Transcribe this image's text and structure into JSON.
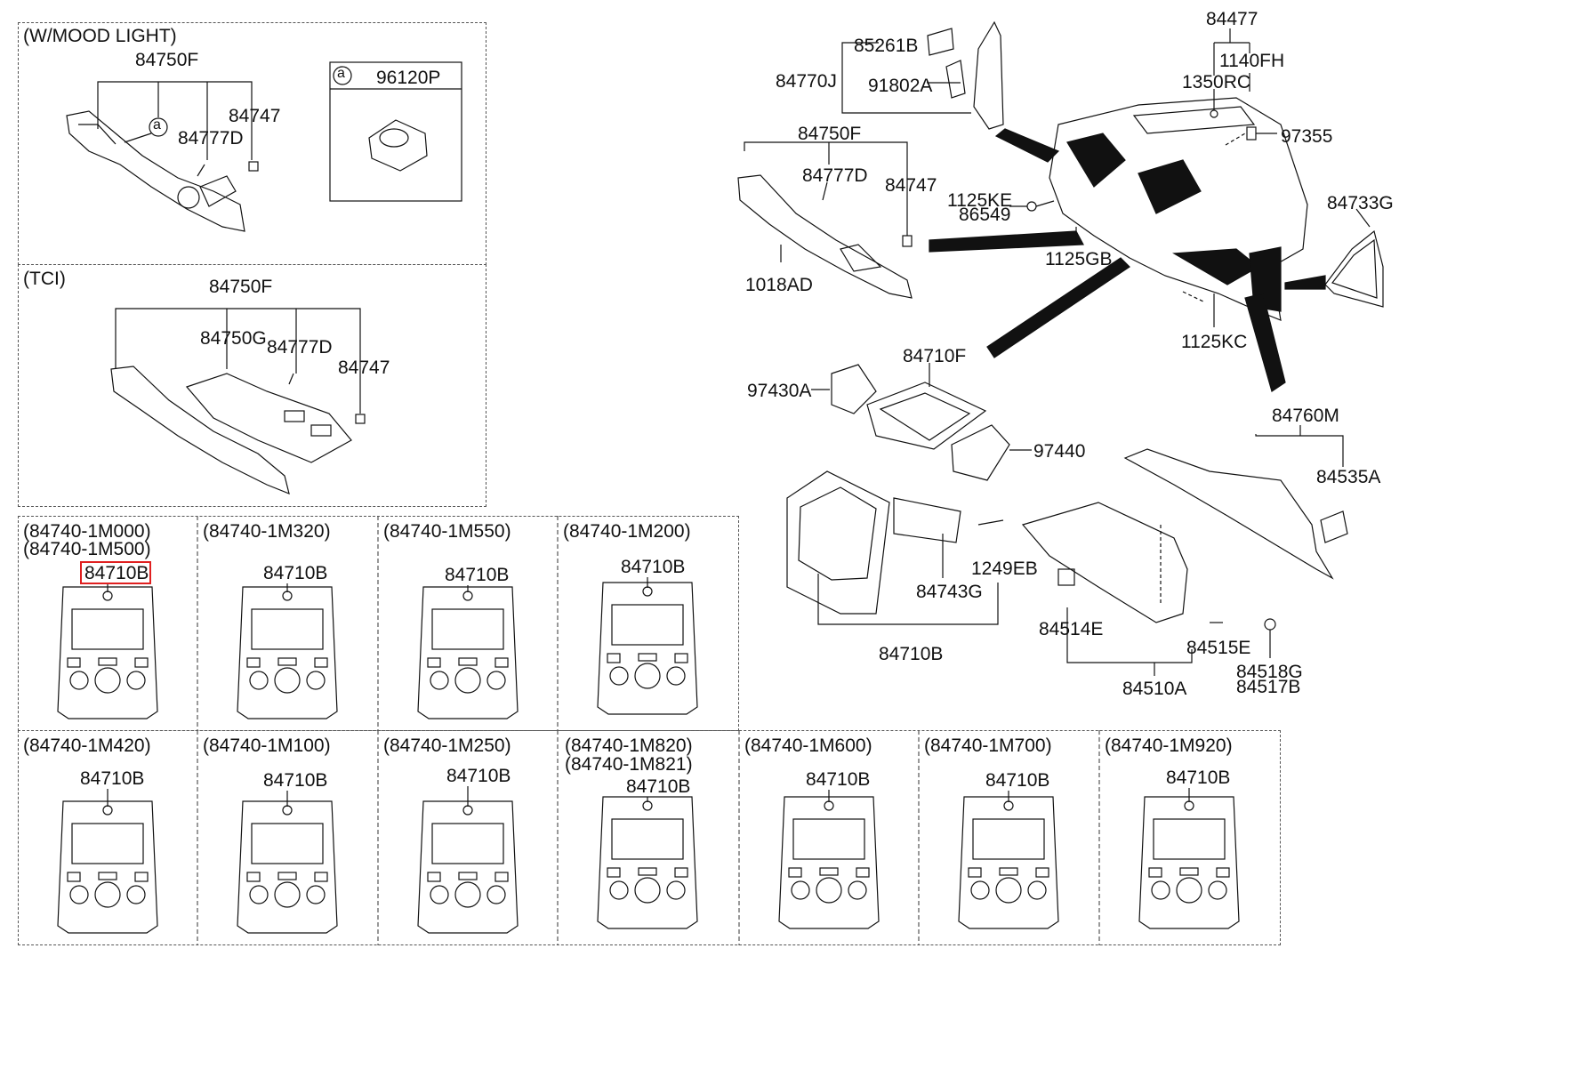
{
  "sections": {
    "mood_light": "(W/MOOD LIGHT)",
    "tci": "(TCI)",
    "variants": [
      {
        "codes": [
          "(84740-1M000)",
          "(84740-1M500)"
        ],
        "part": "84710B"
      },
      {
        "codes": [
          "(84740-1M320)"
        ],
        "part": "84710B"
      },
      {
        "codes": [
          "(84740-1M550)"
        ],
        "part": "84710B"
      },
      {
        "codes": [
          "(84740-1M200)"
        ],
        "part": "84710B"
      },
      {
        "codes": [
          "(84740-1M420)"
        ],
        "part": "84710B"
      },
      {
        "codes": [
          "(84740-1M100)"
        ],
        "part": "84710B"
      },
      {
        "codes": [
          "(84740-1M250)"
        ],
        "part": "84710B"
      },
      {
        "codes": [
          "(84740-1M820)",
          "(84740-1M821)"
        ],
        "part": "84710B"
      },
      {
        "codes": [
          "(84740-1M600)"
        ],
        "part": "84710B"
      },
      {
        "codes": [
          "(84740-1M700)"
        ],
        "part": "84710B"
      },
      {
        "codes": [
          "(84740-1M920)"
        ],
        "part": "84710B"
      }
    ]
  },
  "mood": {
    "p84750F": "84750F",
    "p84777D": "84777D",
    "p84747": "84747",
    "a": "a",
    "p96120P": "96120P"
  },
  "tci_parts": {
    "p84750F": "84750F",
    "p84750G": "84750G",
    "p84777D": "84777D",
    "p84747": "84747"
  },
  "main": {
    "p84477": "84477",
    "p1140FH": "1140FH",
    "p1350RC": "1350RC",
    "p97355": "97355",
    "p85261B": "85261B",
    "p84770J": "84770J",
    "p91802A": "91802A",
    "p84750F": "84750F",
    "p84777D": "84777D",
    "p84747": "84747",
    "p1018AD": "1018AD",
    "p1125KE": "1125KE",
    "p86549": "86549",
    "p1125GB": "1125GB",
    "p1125KC": "1125KC",
    "p84733G": "84733G",
    "p84710F": "84710F",
    "p97430A": "97430A",
    "p97440": "97440",
    "p84760M": "84760M",
    "p84535A": "84535A",
    "p1249EB": "1249EB",
    "p84743G": "84743G",
    "p84710B": "84710B",
    "p84514E": "84514E",
    "p84515E": "84515E",
    "p84510A": "84510A",
    "p84518G": "84518G",
    "p84517B": "84517B"
  },
  "colors": {
    "highlight": "#e02020",
    "line": "#111111",
    "dash": "#555555"
  }
}
